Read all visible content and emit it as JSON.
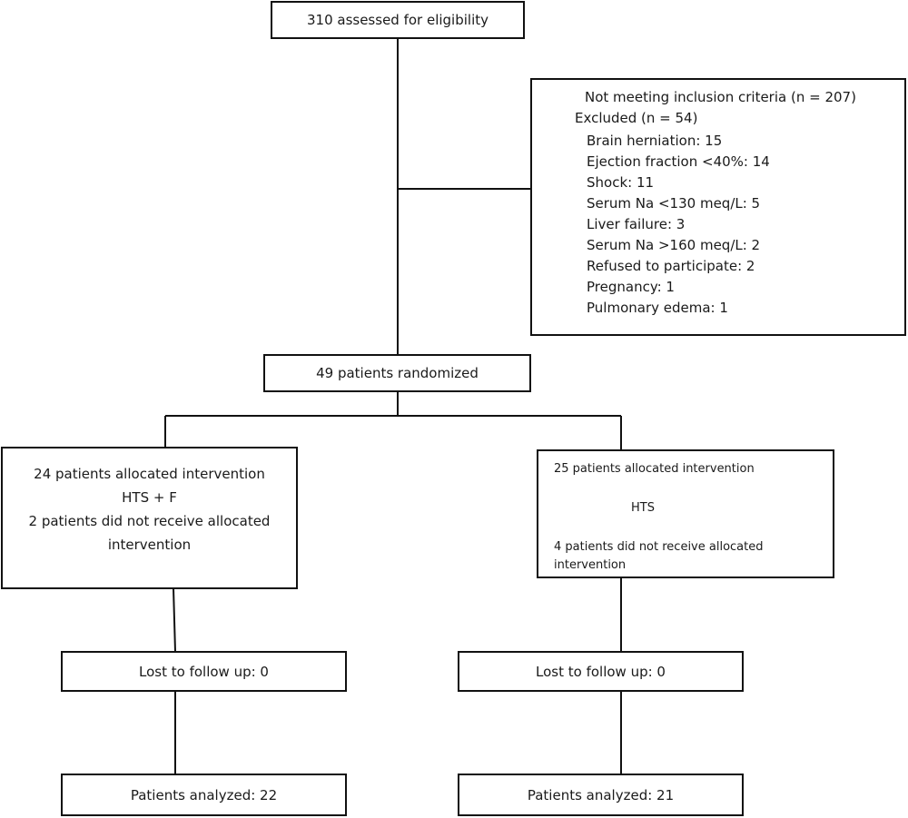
{
  "assessed": {
    "text": "310 assessed for eligibility"
  },
  "exclusion": {
    "not_meeting": "Not meeting inclusion criteria (n = 207)",
    "excluded": "Excluded (n = 54)",
    "reasons": [
      "Brain herniation: 15",
      "Ejection fraction <40%: 14",
      "Shock: 11",
      "Serum Na <130 meq/L: 5",
      "Liver failure: 3",
      "Serum Na >160 meq/L: 2",
      "Refused to participate: 2",
      "Pregnancy: 1",
      "Pulmonary edema: 1"
    ]
  },
  "randomized": {
    "text": "49 patients randomized"
  },
  "left_arm": {
    "allocated": "24 patients allocated intervention",
    "group": "HTS + F",
    "not_received_1": "2 patients did not receive allocated",
    "not_received_2": "intervention",
    "lost": "Lost to follow up: 0",
    "analyzed": "Patients analyzed: 22"
  },
  "right_arm": {
    "allocated": "25 patients allocated intervention",
    "group": "HTS",
    "not_received_1": "4 patients did not receive allocated",
    "not_received_2": "intervention",
    "lost": "Lost to follow up: 0",
    "analyzed": "Patients analyzed: 21"
  }
}
